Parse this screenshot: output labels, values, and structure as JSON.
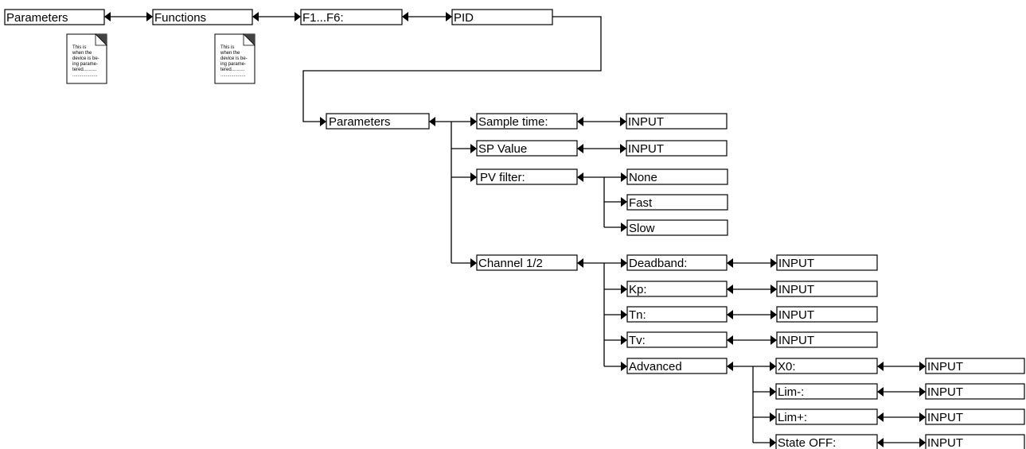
{
  "nodes": {
    "parameters_top": "Parameters",
    "functions": "Functions",
    "f1_f6": "F1...F6:",
    "pid": "PID",
    "parameters_pid": "Parameters",
    "sample_time": "Sample time:",
    "sample_time_value": "INPUT",
    "sp_value": "SP Value",
    "sp_value_value": "INPUT",
    "pv_filter": "PV filter:",
    "pv_none": "None",
    "pv_fast": "Fast",
    "pv_slow": "Slow",
    "channel": "Channel 1/2",
    "deadband": "Deadband:",
    "deadband_value": "INPUT",
    "kp": "Kp:",
    "kp_value": "INPUT",
    "tn": "Tn:",
    "tn_value": "INPUT",
    "tv": "Tv:",
    "tv_value": "INPUT",
    "advanced": "Advanced",
    "x0": "X0:",
    "x0_value": "INPUT",
    "lim_minus": "Lim-:",
    "lim_minus_value": "INPUT",
    "lim_plus": "Lim+:",
    "lim_plus_value": "INPUT",
    "state_off": "State OFF:",
    "state_off_value": "INPUT"
  },
  "notes": {
    "doc_lines": [
      "This is",
      "when the",
      "device is be-",
      "ing parame-",
      "tered..........",
      "..................."
    ]
  }
}
